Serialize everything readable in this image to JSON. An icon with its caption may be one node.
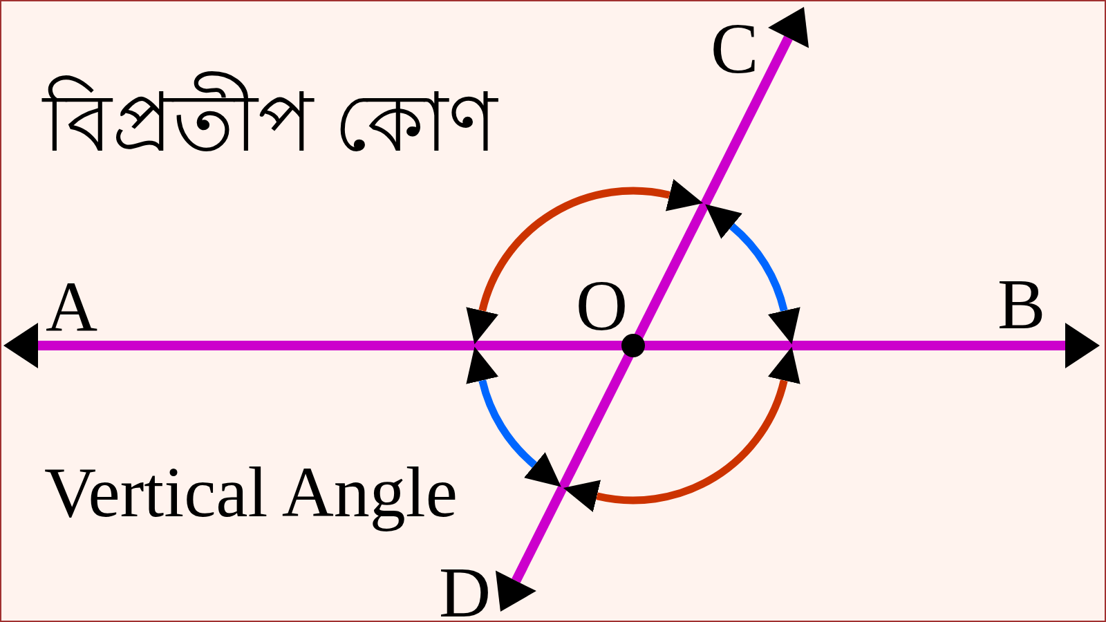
{
  "diagram": {
    "title": "বিপ্রতীপ কোণ",
    "labels": [
      "C",
      "A",
      "O",
      "B",
      "Vertical Angle",
      "D"
    ]
  }
}
